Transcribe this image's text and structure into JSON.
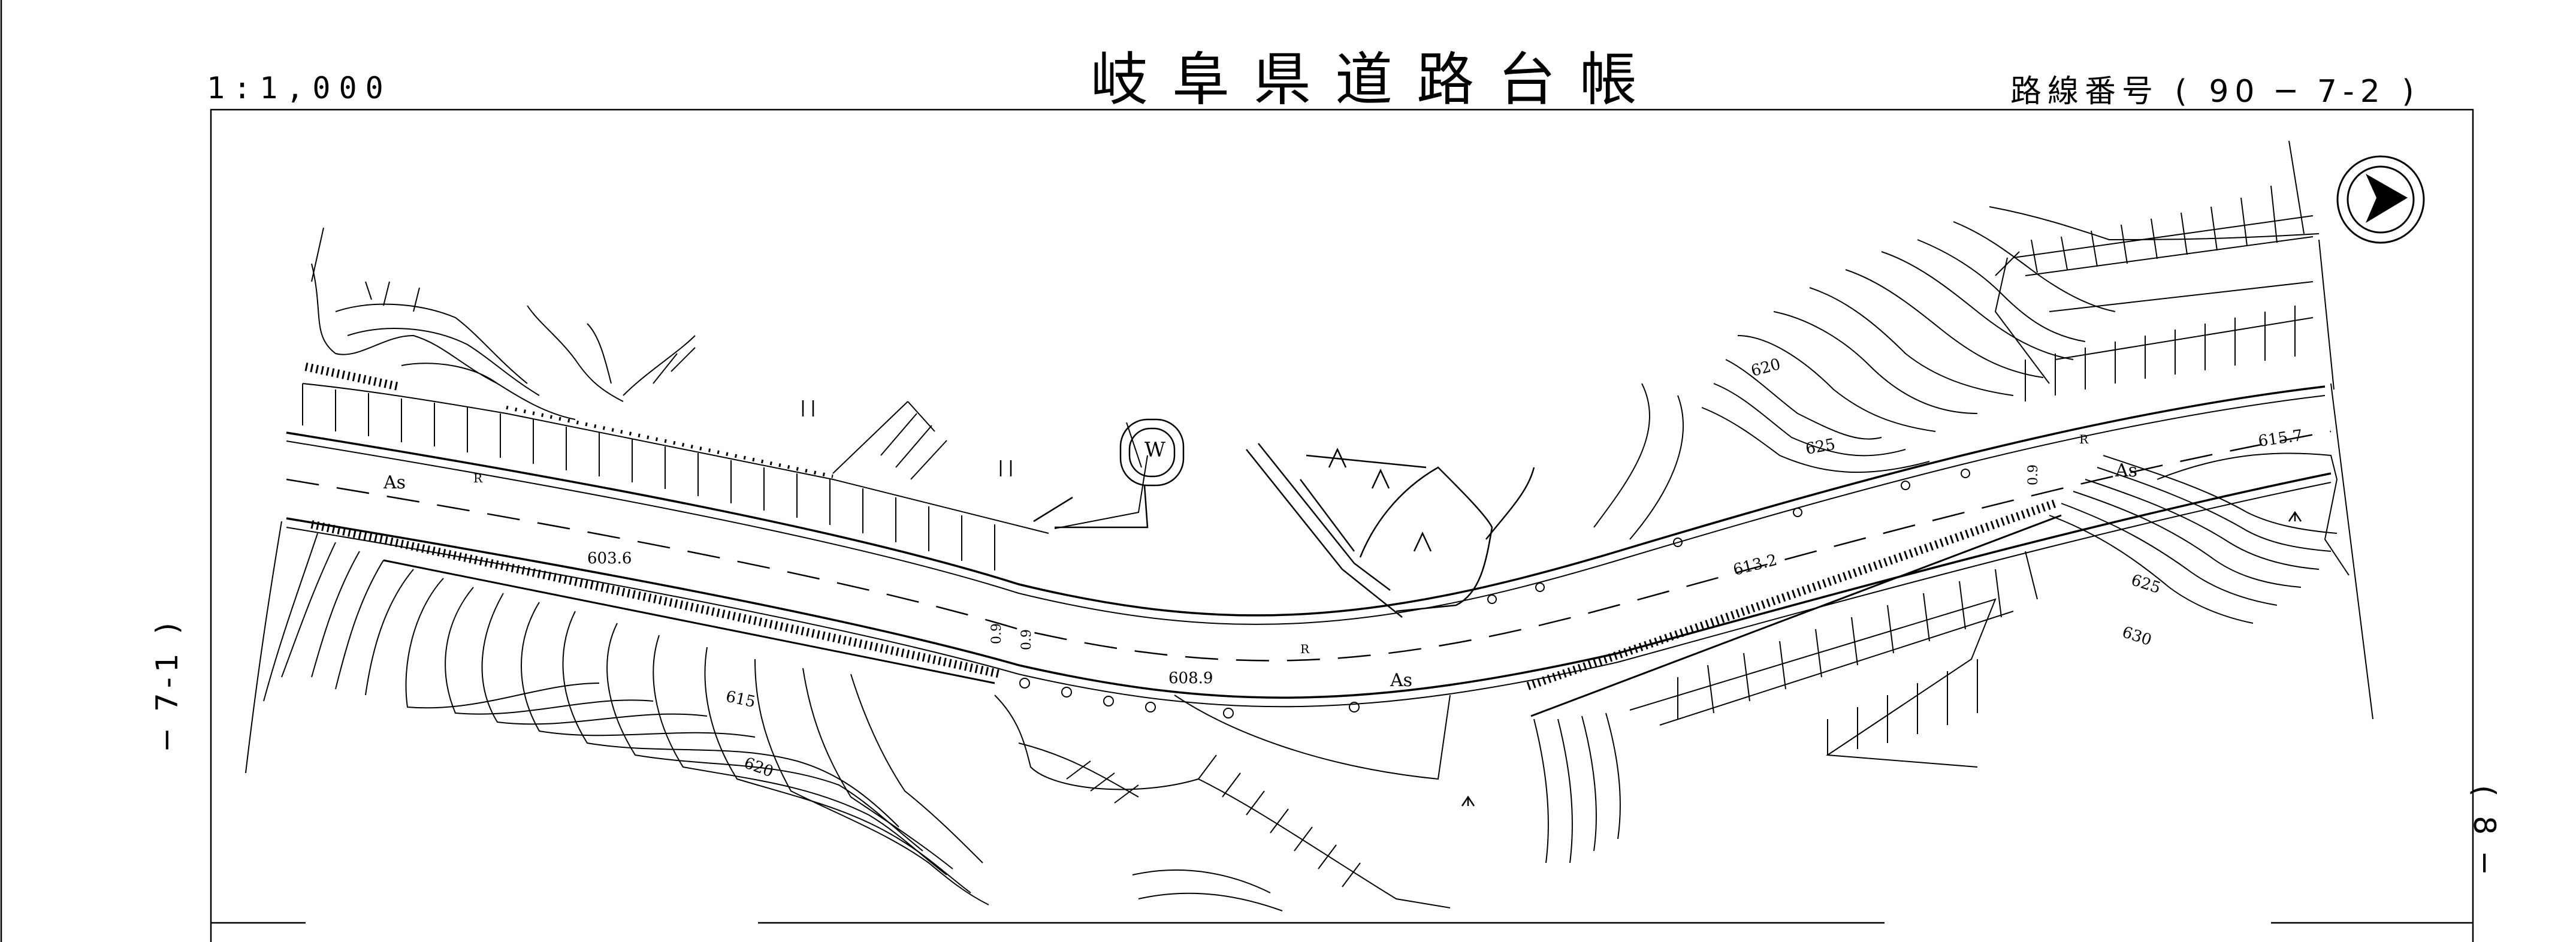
{
  "header": {
    "title": "岐阜県道路台帳",
    "scale": "1:1,000",
    "route_number": "路線番号 ( 90 ─ 7-2 )"
  },
  "margins": {
    "left_sheet_ref": "─ 7-1 )",
    "right_sheet_ref": "( 8 ─"
  },
  "map": {
    "surface_labels": [
      "As",
      "As",
      "As",
      "R",
      "R",
      "R"
    ],
    "elevation_points": [
      "603.6",
      "608.9",
      "613.2",
      "615.7"
    ],
    "contour_labels": [
      "615",
      "620",
      "620",
      "625",
      "625",
      "630"
    ],
    "boundary_markers": [
      "0.9",
      "0.9",
      "0.9"
    ],
    "water_symbol": "W",
    "north_arrow": "north-arrow"
  }
}
